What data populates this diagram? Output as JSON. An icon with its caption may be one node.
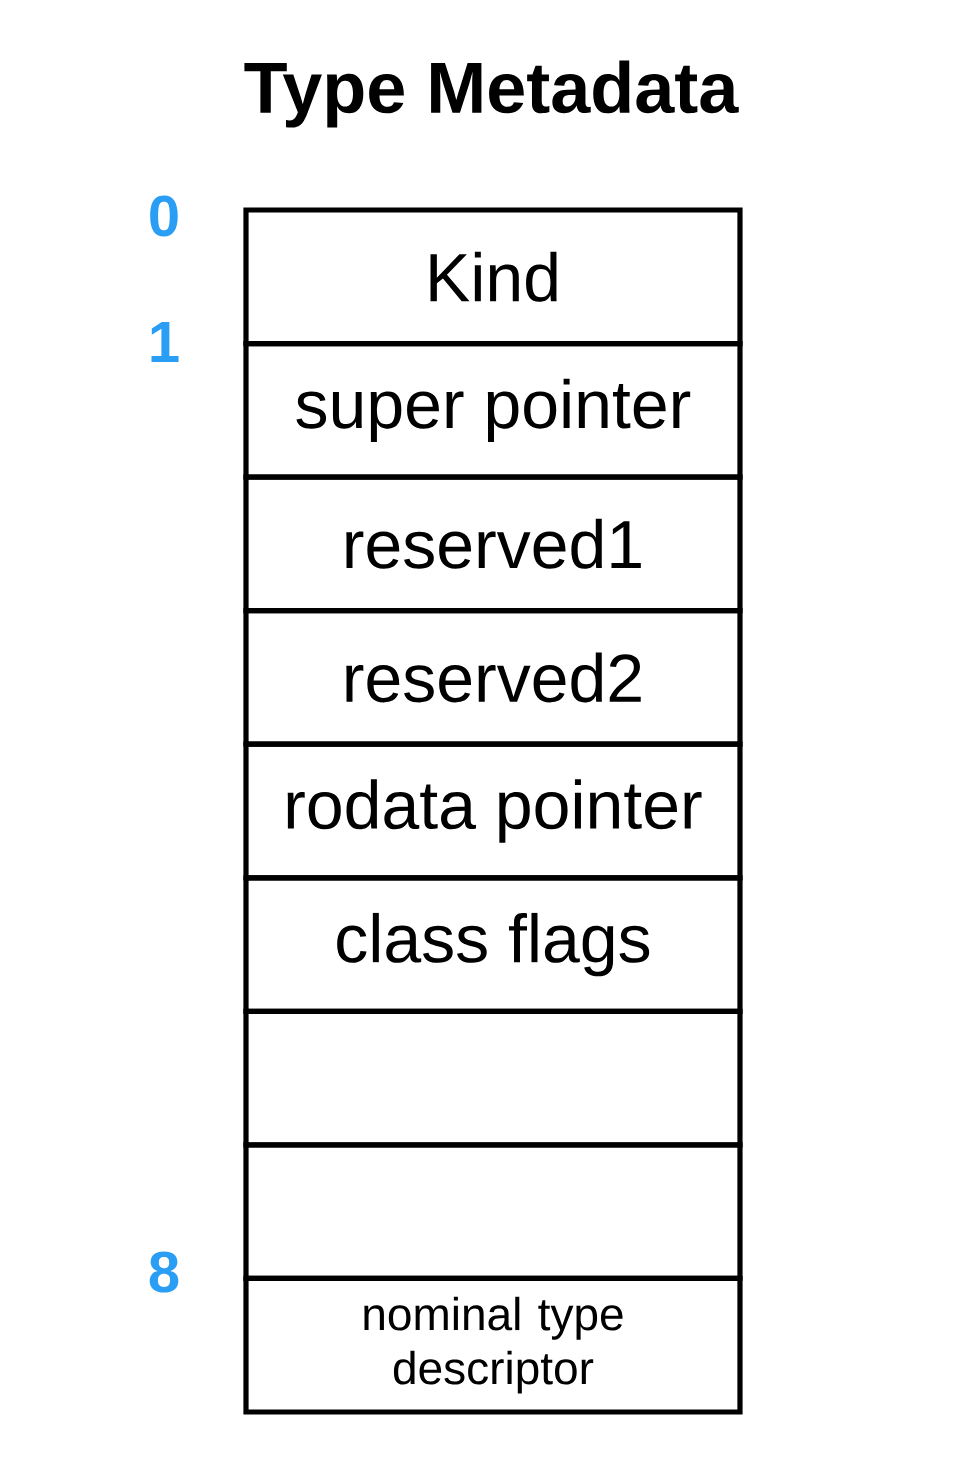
{
  "diagram": {
    "title": "Type Metadata",
    "nodes": [
      {
        "text": [
          "Kind"
        ]
      },
      {
        "text": [
          "super pointer"
        ]
      },
      {
        "text": [
          "reserved1"
        ]
      },
      {
        "text": [
          "reserved2"
        ]
      },
      {
        "text": [
          "rodata pointer"
        ]
      },
      {
        "text": [
          "class flags"
        ]
      },
      {
        "text": [],
        "shape": "box"
      },
      {
        "text": [],
        "shape": "box"
      },
      {
        "text": [
          "nominal type descriptor"
        ]
      }
    ],
    "labels": [
      "0",
      "1",
      "8"
    ]
  }
}
